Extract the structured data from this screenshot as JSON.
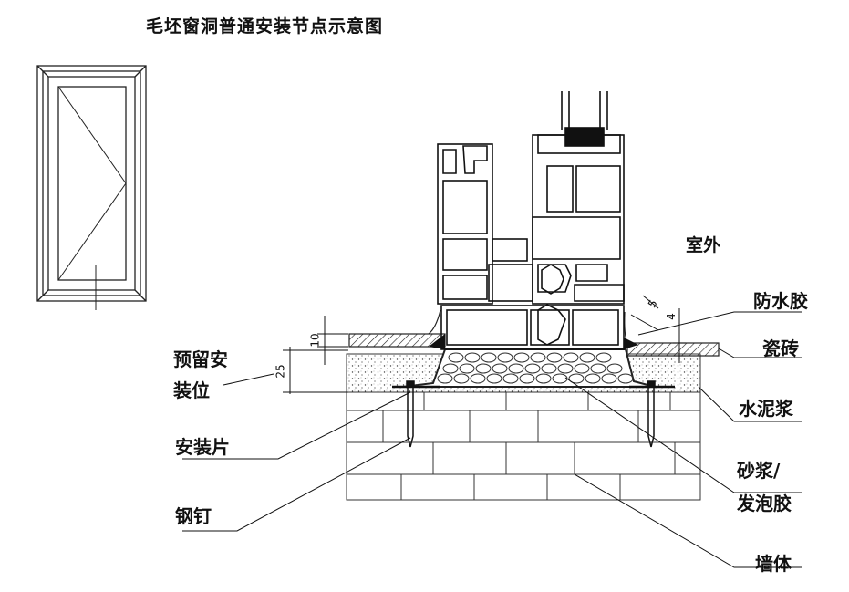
{
  "title": "毛坯窗洞普通安装节点示意图",
  "labels": {
    "outdoor": "室外",
    "waterproof_glue": "防水胶",
    "tile": "瓷砖",
    "cement_mortar": "水泥浆",
    "mortar_foam_line1": "砂浆/",
    "mortar_foam_line2": "发泡胶",
    "wall": "墙体",
    "reserved_line1": "预留安",
    "reserved_line2": "装位",
    "install_piece": "安装片",
    "steel_nail": "钢钉"
  },
  "dimensions": {
    "d10": "10",
    "d25": "25",
    "d5": "5",
    "d4": "4"
  }
}
